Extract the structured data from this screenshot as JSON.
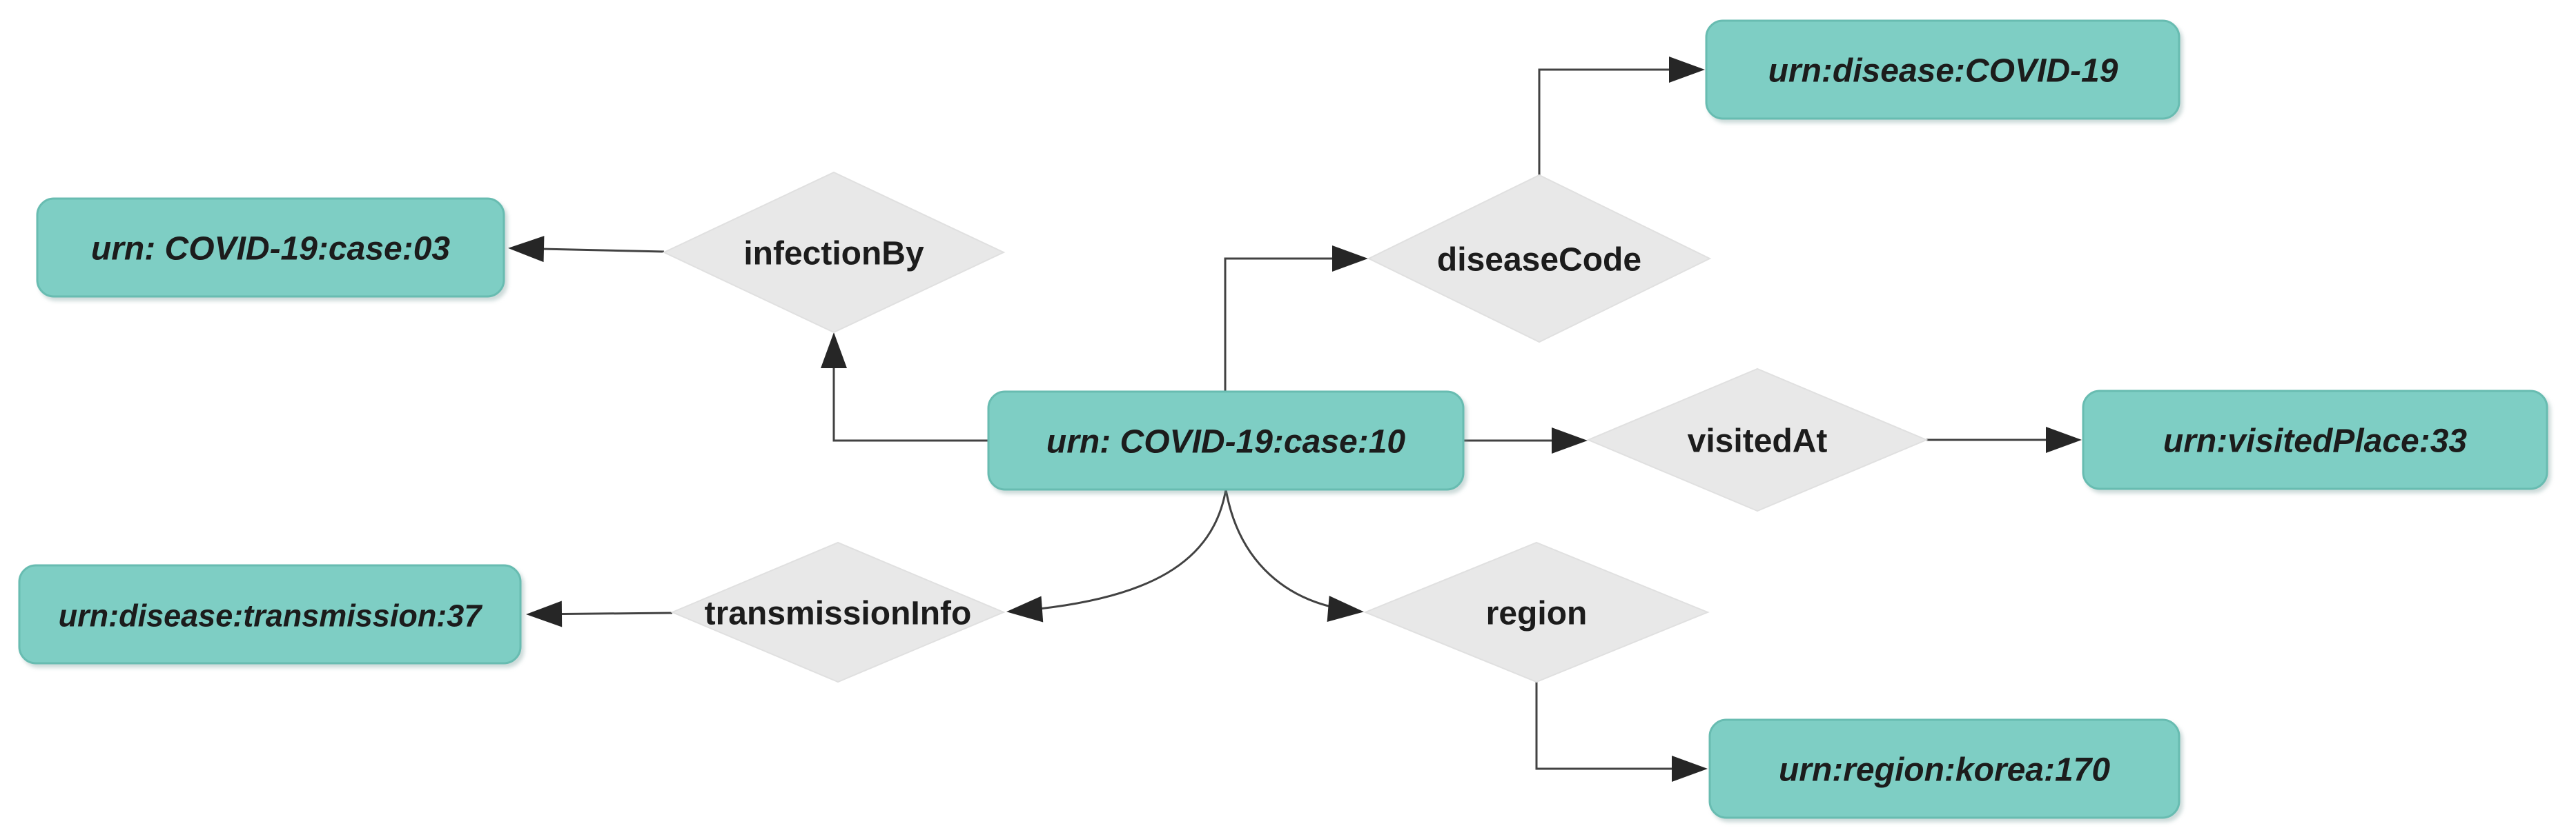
{
  "diagram": {
    "background_color": "#ffffff",
    "node_fill": "#7ecec4",
    "node_border": "#68bcb1",
    "diamond_fill": "#e8e8e8",
    "edge_color": "#424242",
    "arrow_color": "#262626",
    "label_color": "#1c1c1c",
    "nodes": {
      "case03": {
        "label": "urn: COVID-19:case:03"
      },
      "case10": {
        "label": "urn: COVID-19:case:10"
      },
      "disease_covid19": {
        "label": "urn:disease:COVID-19"
      },
      "visited_place33": {
        "label": "urn:visitedPlace:33"
      },
      "transmission37": {
        "label": "urn:disease:transmission:37"
      },
      "region_korea170": {
        "label": "urn:region:korea:170"
      }
    },
    "predicates": {
      "infection_by": {
        "label": "infectionBy"
      },
      "disease_code": {
        "label": "diseaseCode"
      },
      "visited_at": {
        "label": "visitedAt"
      },
      "transmission_info": {
        "label": "transmissionInfo"
      },
      "region": {
        "label": "region"
      }
    },
    "edges": [
      {
        "from": "case10",
        "via": "infection_by",
        "to": "case03"
      },
      {
        "from": "case10",
        "via": "disease_code",
        "to": "disease_covid19"
      },
      {
        "from": "case10",
        "via": "visited_at",
        "to": "visited_place33"
      },
      {
        "from": "case10",
        "via": "transmission_info",
        "to": "transmission37"
      },
      {
        "from": "case10",
        "via": "region",
        "to": "region_korea170"
      }
    ]
  }
}
